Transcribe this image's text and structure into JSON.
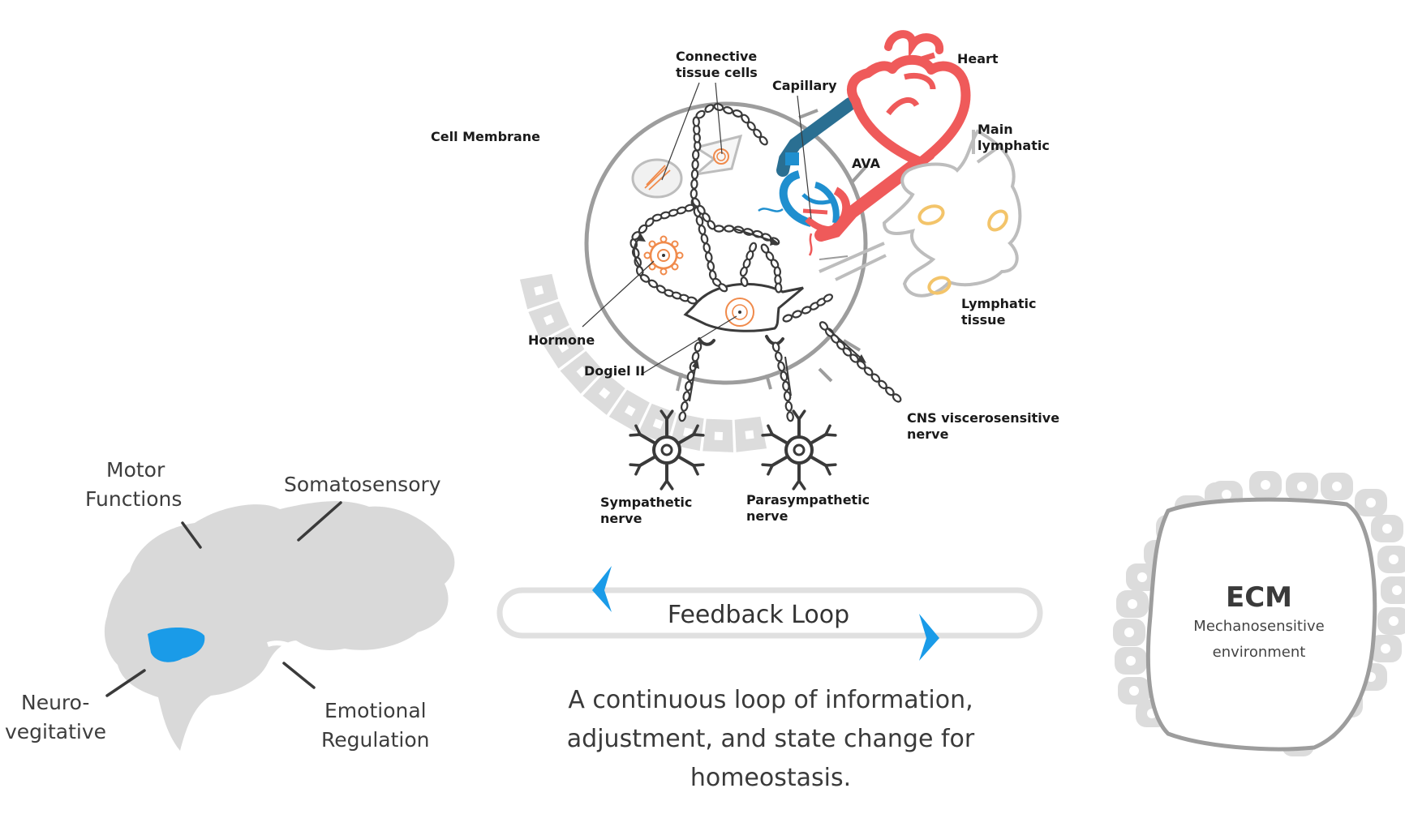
{
  "top_diagram": {
    "labels": {
      "connective_tissue_cells_1": "Connective",
      "connective_tissue_cells_2": "tissue cells",
      "heart": "Heart",
      "capillary": "Capillary",
      "cell_membrane": "Cell Membrane",
      "main_lymphatic_1": "Main",
      "main_lymphatic_2": "lymphatic",
      "ava": "AVA",
      "lymphatic_tissue_1": "Lymphatic",
      "lymphatic_tissue_2": "tissue",
      "hormone": "Hormone",
      "dogiel": "Dogiel II",
      "cns_1": "CNS viscerosensitive",
      "cns_2": "nerve",
      "sympathetic_1": "Sympathetic",
      "sympathetic_2": "nerve",
      "parasympathetic_1": "Parasympathetic",
      "parasympathetic_2": "nerve"
    }
  },
  "brain": {
    "motor_1": "Motor",
    "motor_2": "Functions",
    "somatosensory": "Somatosensory",
    "neuro_1": "Neuro-",
    "neuro_2": "vegitative",
    "emotional_1": "Emotional",
    "emotional_2": "Regulation"
  },
  "feedback": {
    "label": "Feedback Loop",
    "caption_1": "A continuous loop of information,",
    "caption_2": "adjustment, and state change for",
    "caption_3": "homeostasis."
  },
  "ecm": {
    "title": "ECM",
    "subtitle_1": "Mechanosensitive",
    "subtitle_2": "environment"
  },
  "colors": {
    "accent_blue": "#1a9be8",
    "heart_red": "#ef5a5a",
    "vessel_blue": "#1f8fcf",
    "lymph_yellow": "#f3c46a",
    "hormone_orange": "#f08a4b",
    "gray_fill": "#d9d9d9",
    "dark_line": "#3a3a3a"
  }
}
